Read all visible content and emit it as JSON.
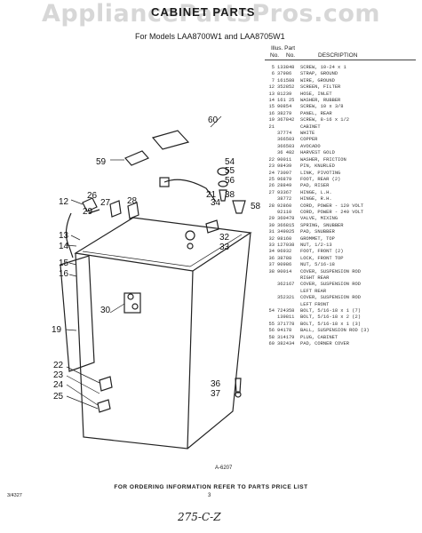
{
  "watermark": "AppliancePartsPros.com",
  "title": "CABINET PARTS",
  "subtitle": "For Models LAA8700W1 and LAA8705W1",
  "table_header": {
    "illus": "Illus. Part",
    "no1": "No.",
    "no2": "No.",
    "desc": "DESCRIPTION"
  },
  "parts": [
    {
      "illus": "5",
      "part": "133848",
      "desc": "SCREW, 10-24 x 1"
    },
    {
      "illus": "6",
      "part": "37986",
      "desc": "STRAP, GROUND"
    },
    {
      "illus": "7",
      "part": "161588",
      "desc": "WIRE, GROUND"
    },
    {
      "illus": "12",
      "part": "352852",
      "desc": "SCREEN, FILTER"
    },
    {
      "illus": "13",
      "part": "81239",
      "desc": "HOSE, INLET"
    },
    {
      "illus": "14",
      "part": "161 25",
      "desc": "WASHER, RUBBER"
    },
    {
      "illus": "15",
      "part": "90854",
      "desc": "SCREW, 10 x 3/8"
    },
    {
      "illus": "16",
      "part": "38279",
      "desc": "PANEL, REAR"
    },
    {
      "illus": "19",
      "part": "367842",
      "desc": "SCREW, 8-16 x 1/2"
    },
    {
      "illus": "21",
      "part": "",
      "desc": "CABINET"
    },
    {
      "illus": "",
      "part": "37774",
      "desc": "WHITE"
    },
    {
      "illus": "",
      "part": "366503",
      "desc": "COPPER"
    },
    {
      "illus": "",
      "part": "366503",
      "desc": "AVOCADO"
    },
    {
      "illus": "",
      "part": "36 482",
      "desc": "HARVEST GOLD"
    },
    {
      "illus": "22",
      "part": "90011",
      "desc": "WASHER, FRICTION"
    },
    {
      "illus": "23",
      "part": "98439",
      "desc": "PIN, KNURLED"
    },
    {
      "illus": "24",
      "part": "73097",
      "desc": "LINK, PIVOTING"
    },
    {
      "illus": "25",
      "part": "96879",
      "desc": "FOOT, REAR (2)"
    },
    {
      "illus": "26",
      "part": "28849",
      "desc": "PAD, RISER"
    },
    {
      "illus": "27",
      "part": "93367",
      "desc": "HINGE, L.H."
    },
    {
      "illus": "",
      "part": "38772",
      "desc": "HINGE, R.H."
    },
    {
      "illus": "28",
      "part": "92860",
      "desc": "CORD, POWER - 120 VOLT"
    },
    {
      "illus": "",
      "part": "92110",
      "desc": "CORD, POWER - 240 VOLT"
    },
    {
      "illus": "29",
      "part": "360478",
      "desc": "VALVE, MIXING"
    },
    {
      "illus": "30",
      "part": "366815",
      "desc": "SPRING, SNUBBER"
    },
    {
      "illus": "31",
      "part": "349025",
      "desc": "PAD, SNUBBER"
    },
    {
      "illus": "32",
      "part": "98160",
      "desc": "GROMMET, TOP"
    },
    {
      "illus": "33",
      "part": "127038",
      "desc": "NUT, 1/2-13"
    },
    {
      "illus": "34",
      "part": "96932",
      "desc": "FOOT, FRONT (2)"
    },
    {
      "illus": "36",
      "part": "38788",
      "desc": "LOCK, FRONT TOP"
    },
    {
      "illus": "37",
      "part": "90986",
      "desc": "NUT, 5/16-18"
    },
    {
      "illus": "38",
      "part": "90014",
      "desc": "COVER, SUSPENSION ROD"
    },
    {
      "illus": "",
      "part": "",
      "desc": "RIGHT REAR"
    },
    {
      "illus": "",
      "part": "362167",
      "desc": "COVER, SUSPENSION ROD"
    },
    {
      "illus": "",
      "part": "",
      "desc": "LEFT REAR"
    },
    {
      "illus": "",
      "part": "352321",
      "desc": "COVER, SUSPENSION ROD"
    },
    {
      "illus": "",
      "part": "",
      "desc": "LEFT FRONT"
    },
    {
      "illus": "54",
      "part": "724358",
      "desc": "BOLT, 5/16-18 x 1 (7)"
    },
    {
      "illus": "",
      "part": "139811",
      "desc": "BOLT, 5/16-18 x 2 (2)"
    },
    {
      "illus": "55",
      "part": "371778",
      "desc": "BOLT, 5/16-18 x 1 (3)"
    },
    {
      "illus": "56",
      "part": "94178",
      "desc": "BALL, SUSPENSION ROD (3)"
    },
    {
      "illus": "58",
      "part": "314179",
      "desc": "PLUG, CABINET"
    },
    {
      "illus": "60",
      "part": "382434",
      "desc": "PAD, CORNER COVER"
    }
  ],
  "diagram_labels": [
    "60",
    "59",
    "54",
    "55",
    "56",
    "26",
    "27",
    "28",
    "21",
    "38",
    "58",
    "12",
    "29",
    "34",
    "13",
    "14",
    "32",
    "33",
    "15",
    "16",
    "30",
    "19",
    "22",
    "23",
    "24",
    "25",
    "36",
    "37"
  ],
  "ref_no": "A-6207",
  "footer": "FOR ORDERING INFORMATION REFER TO PARTS PRICE LIST",
  "page_number": "3",
  "left_code": "3/4327",
  "handwritten": "275-C-Z"
}
